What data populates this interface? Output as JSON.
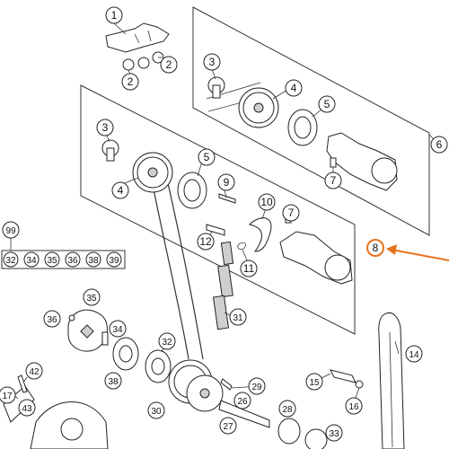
{
  "callouts": {
    "c1": "1",
    "c2a": "2",
    "c2b": "2",
    "c3a": "3",
    "c3b": "3",
    "c4a": "4",
    "c4b": "4",
    "c5a": "5",
    "c5b": "5",
    "c6": "6",
    "c7a": "7",
    "c7b": "7",
    "c8": "8",
    "c9": "9",
    "c10": "10",
    "c11": "11",
    "c12": "12",
    "c14": "14",
    "c15": "15",
    "c16": "16",
    "c17": "17",
    "c26": "26",
    "c27": "27",
    "c28": "28",
    "c29": "29",
    "c30": "30",
    "c31": "31",
    "c32": "32",
    "c33": "33",
    "c34": "34",
    "c35": "35",
    "c36": "36",
    "c38": "38",
    "c42": "42",
    "c43": "43"
  },
  "kit": {
    "label": "99",
    "items": [
      "32",
      "34",
      "35",
      "36",
      "38",
      "39"
    ]
  },
  "colors": {
    "highlight": "#e8731e",
    "arrow": "#e8731e",
    "part_fill": "#ffffff",
    "outline": "#222222"
  }
}
